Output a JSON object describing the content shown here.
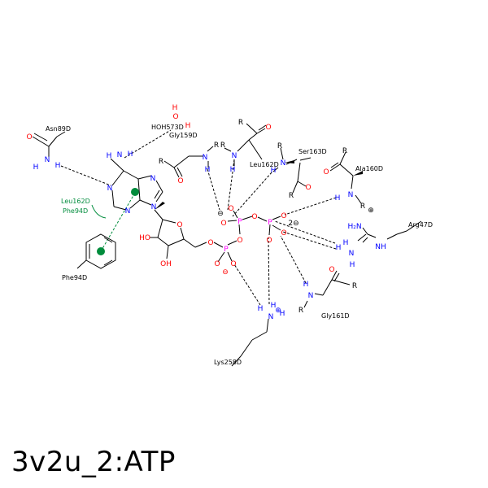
{
  "caption": "3v2u_2:ATP",
  "colors": {
    "bond": "#000000",
    "nitrogen": "#0000ff",
    "oxygen": "#ff0000",
    "phosphorus": "#ff00ff",
    "pi_interaction": "#008c3c",
    "hbond": "#000000"
  },
  "residues": {
    "asn89": "Asn89D",
    "hoh573": "HOH573D",
    "gly159": "Gly159D",
    "leu162_top": "Leu162D",
    "ser163": "Ser163D",
    "ala160": "Ala160D",
    "arg47": "Arg47D",
    "gly161": "Gly161D",
    "lys258": "Lys258D",
    "leu162_pi": "Leu162D",
    "phe94_pi": "Phe94D",
    "phe94": "Phe94D"
  },
  "atoms": {
    "O": "O",
    "N": "N",
    "H": "H",
    "P": "P",
    "R": "R",
    "HO": "HO",
    "OH": "OH",
    "NH": "NH",
    "HN": "HN",
    "H2N": "H₂N",
    "NH2": "NH₂",
    "charge_minus": "⊖",
    "charge_plus": "⊕",
    "charge_2minus": "2⊖"
  }
}
